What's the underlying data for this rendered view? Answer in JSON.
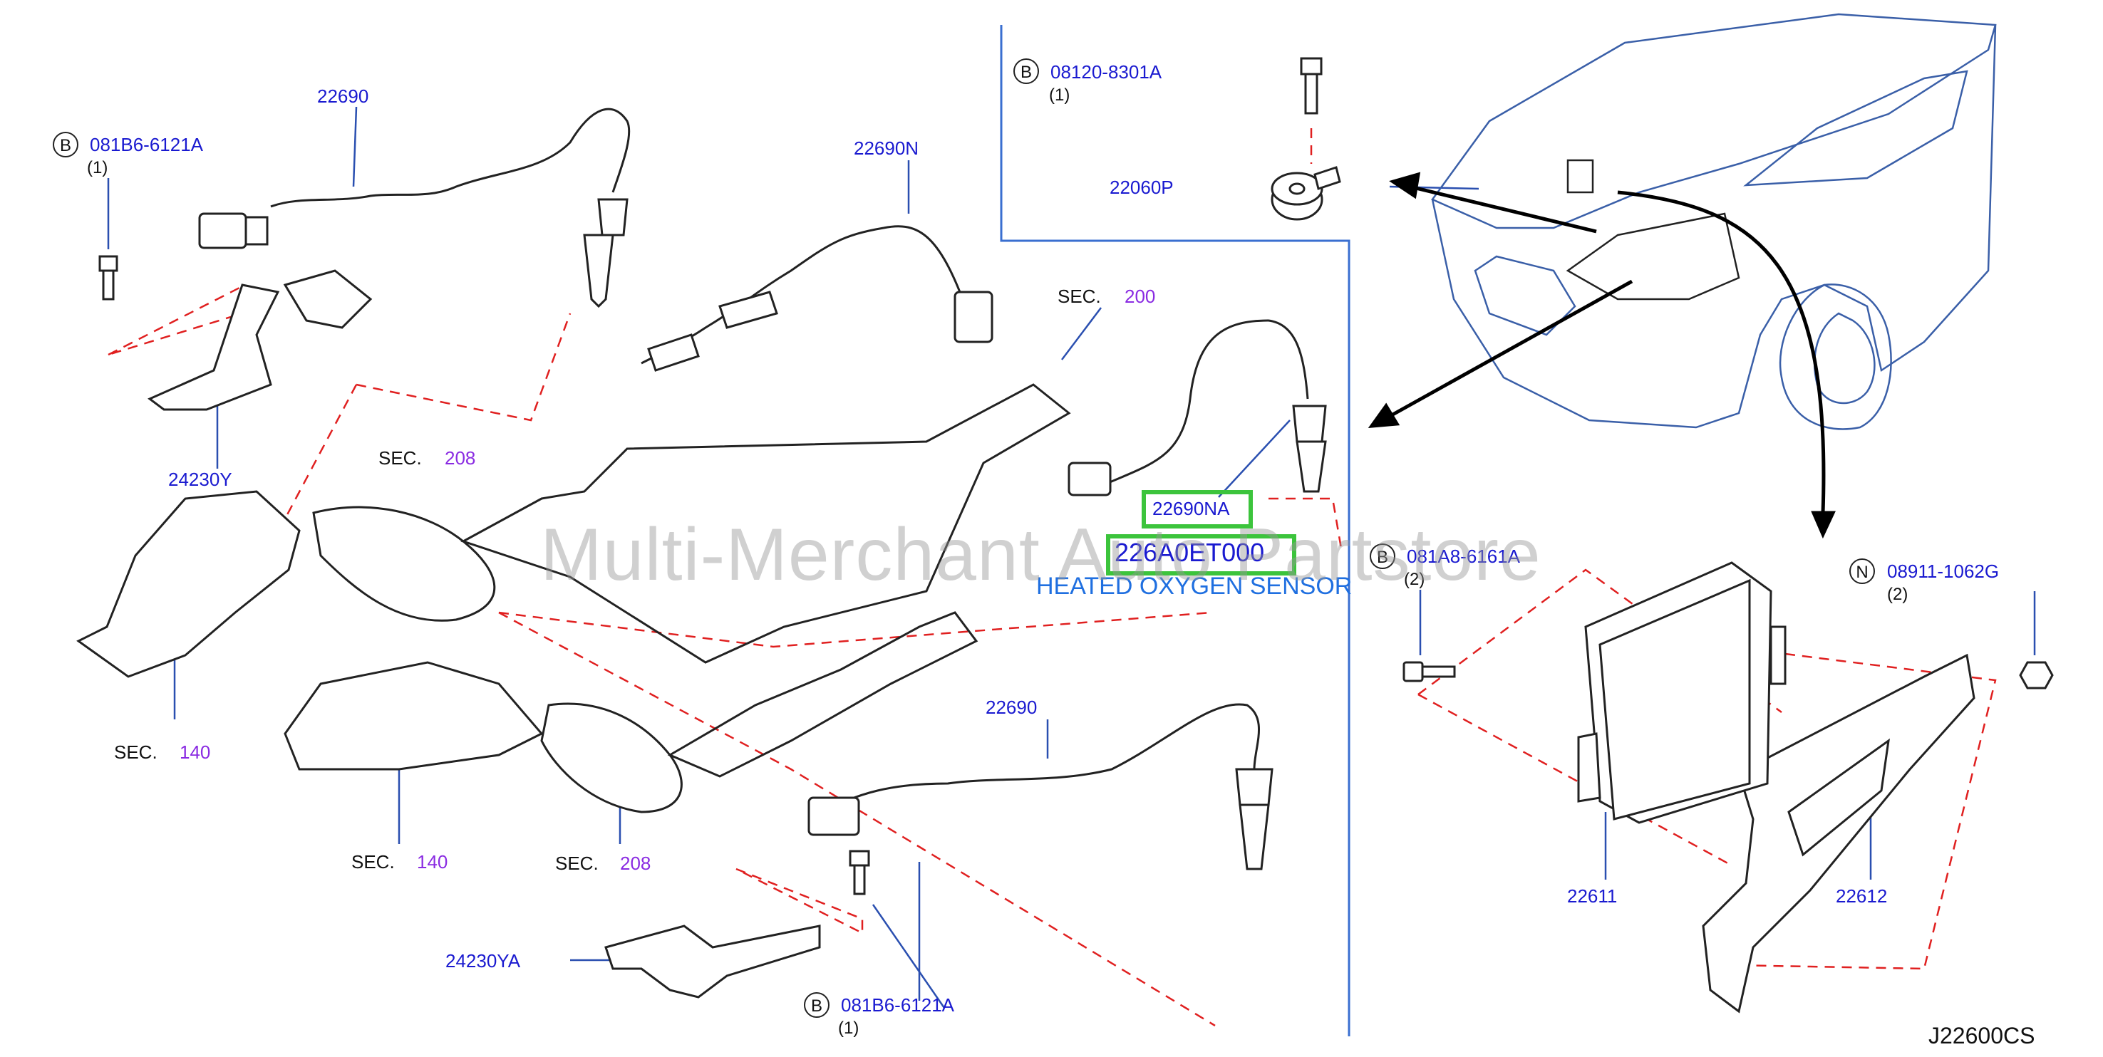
{
  "callouts": {
    "bolt_top_left": {
      "circle": "B",
      "part": "081B6-6121A",
      "qty": "(1)"
    },
    "bolt_bottom": {
      "circle": "B",
      "part": "081B6-6121A",
      "qty": "(1)"
    },
    "bolt_knock": {
      "circle": "B",
      "part": "08120-8301A",
      "qty": "(1)"
    },
    "bolt_ecm": {
      "circle": "B",
      "part": "081A8-6161A",
      "qty": "(2)"
    },
    "nut_ecm": {
      "circle": "N",
      "part": "08911-1062G",
      "qty": "(2)"
    }
  },
  "parts": {
    "sensor_top": "22690",
    "sensor_n": "22690N",
    "sensor_na": "22690NA",
    "sensor_bottom": "22690",
    "bracket_y": "24230Y",
    "bracket_ya": "24230YA",
    "knock_sensor": "22060P",
    "ecm": "22611",
    "ecm_bracket": "22612"
  },
  "sections": {
    "sec_prefix": "SEC.",
    "sec_200": "200",
    "sec_208_a": "208",
    "sec_208_b": "208",
    "sec_140_a": "140",
    "sec_140_b": "140"
  },
  "highlight": {
    "part_number": "226A0ET000",
    "description": "HEATED OXYGEN SENSOR"
  },
  "watermark": "Multi-Merchant Auto Partstore",
  "diagram_code": "J22600CS",
  "colors": {
    "callout_blue": "#1a1ad0",
    "section_purple": "#8a2be2",
    "highlight_green": "#3cc43c",
    "description_blue": "#1f6fe0",
    "leader_red": "#e02020",
    "car_line_blue": "#3a5fa8"
  }
}
